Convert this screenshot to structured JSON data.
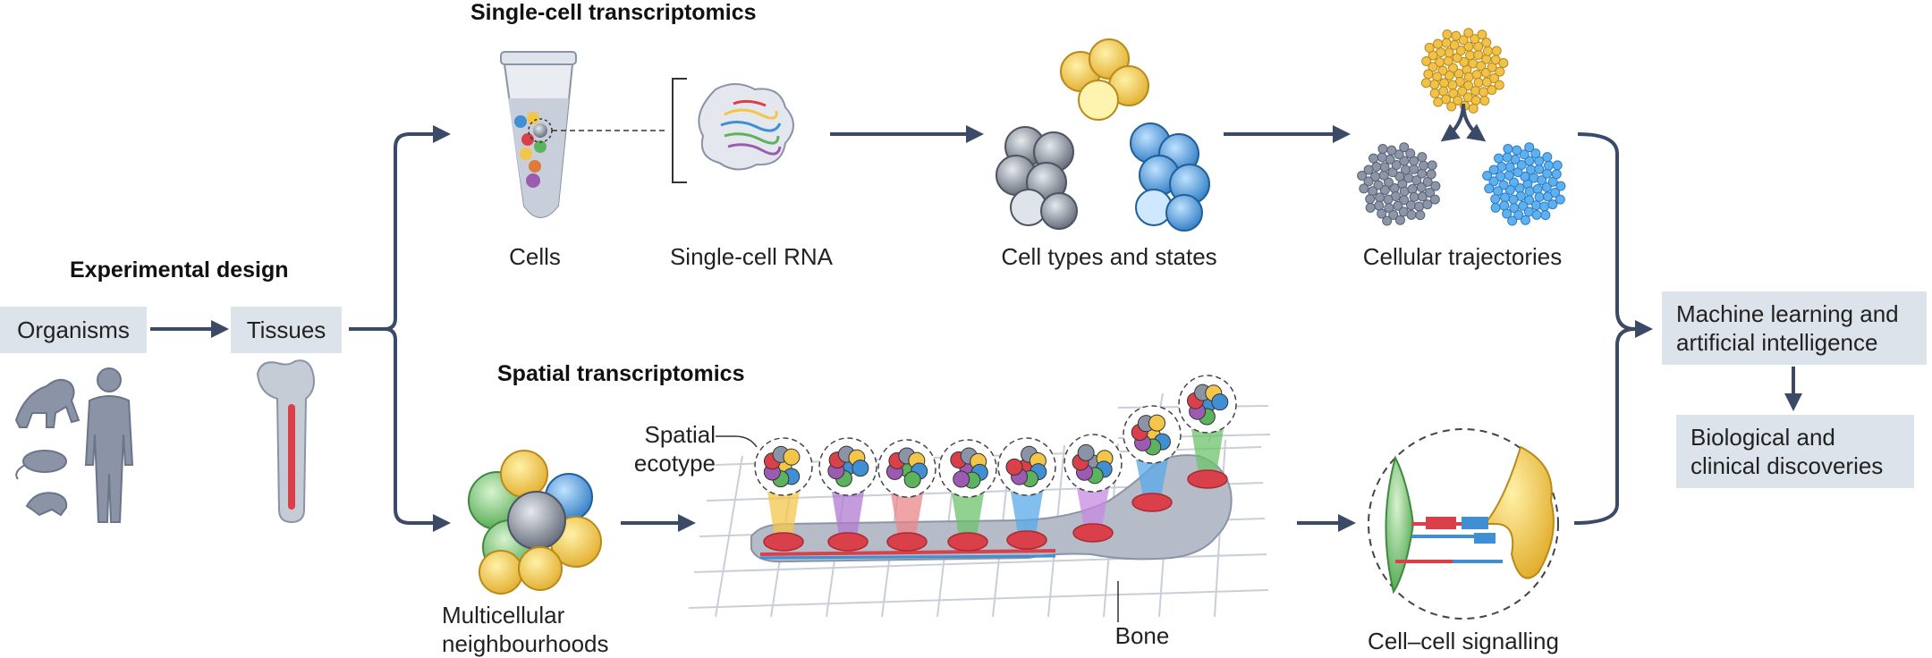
{
  "headings": {
    "single_cell": "Single-cell transcriptomics",
    "spatial": "Spatial transcriptomics",
    "experimental_design": "Experimental design"
  },
  "boxes": {
    "organisms": "Organisms",
    "tissues": "Tissues",
    "ml_line1": "Machine learning and",
    "ml_line2": "artificial intelligence",
    "bio_line1": "Biological and",
    "bio_line2": "clinical discoveries"
  },
  "labels": {
    "cells": "Cells",
    "single_cell_rna": "Single-cell RNA",
    "cell_types": "Cell types and states",
    "trajectories": "Cellular trajectories",
    "neighbourhoods_line1": "Multicellular",
    "neighbourhoods_line2": "neighbourhoods",
    "ecotype_line1": "Spatial",
    "ecotype_line2": "ecotype",
    "bone": "Bone",
    "signalling": "Cell–cell signalling"
  },
  "colors": {
    "arrow": "#3b4a66",
    "box_fill": "#dde3ea",
    "figure_grey": "#8a94a6",
    "bone_red": "#d9404a",
    "yellow": "#f3c64a",
    "blue": "#3f8fd2",
    "green": "#5db25d",
    "purple": "#9a5bb0"
  }
}
